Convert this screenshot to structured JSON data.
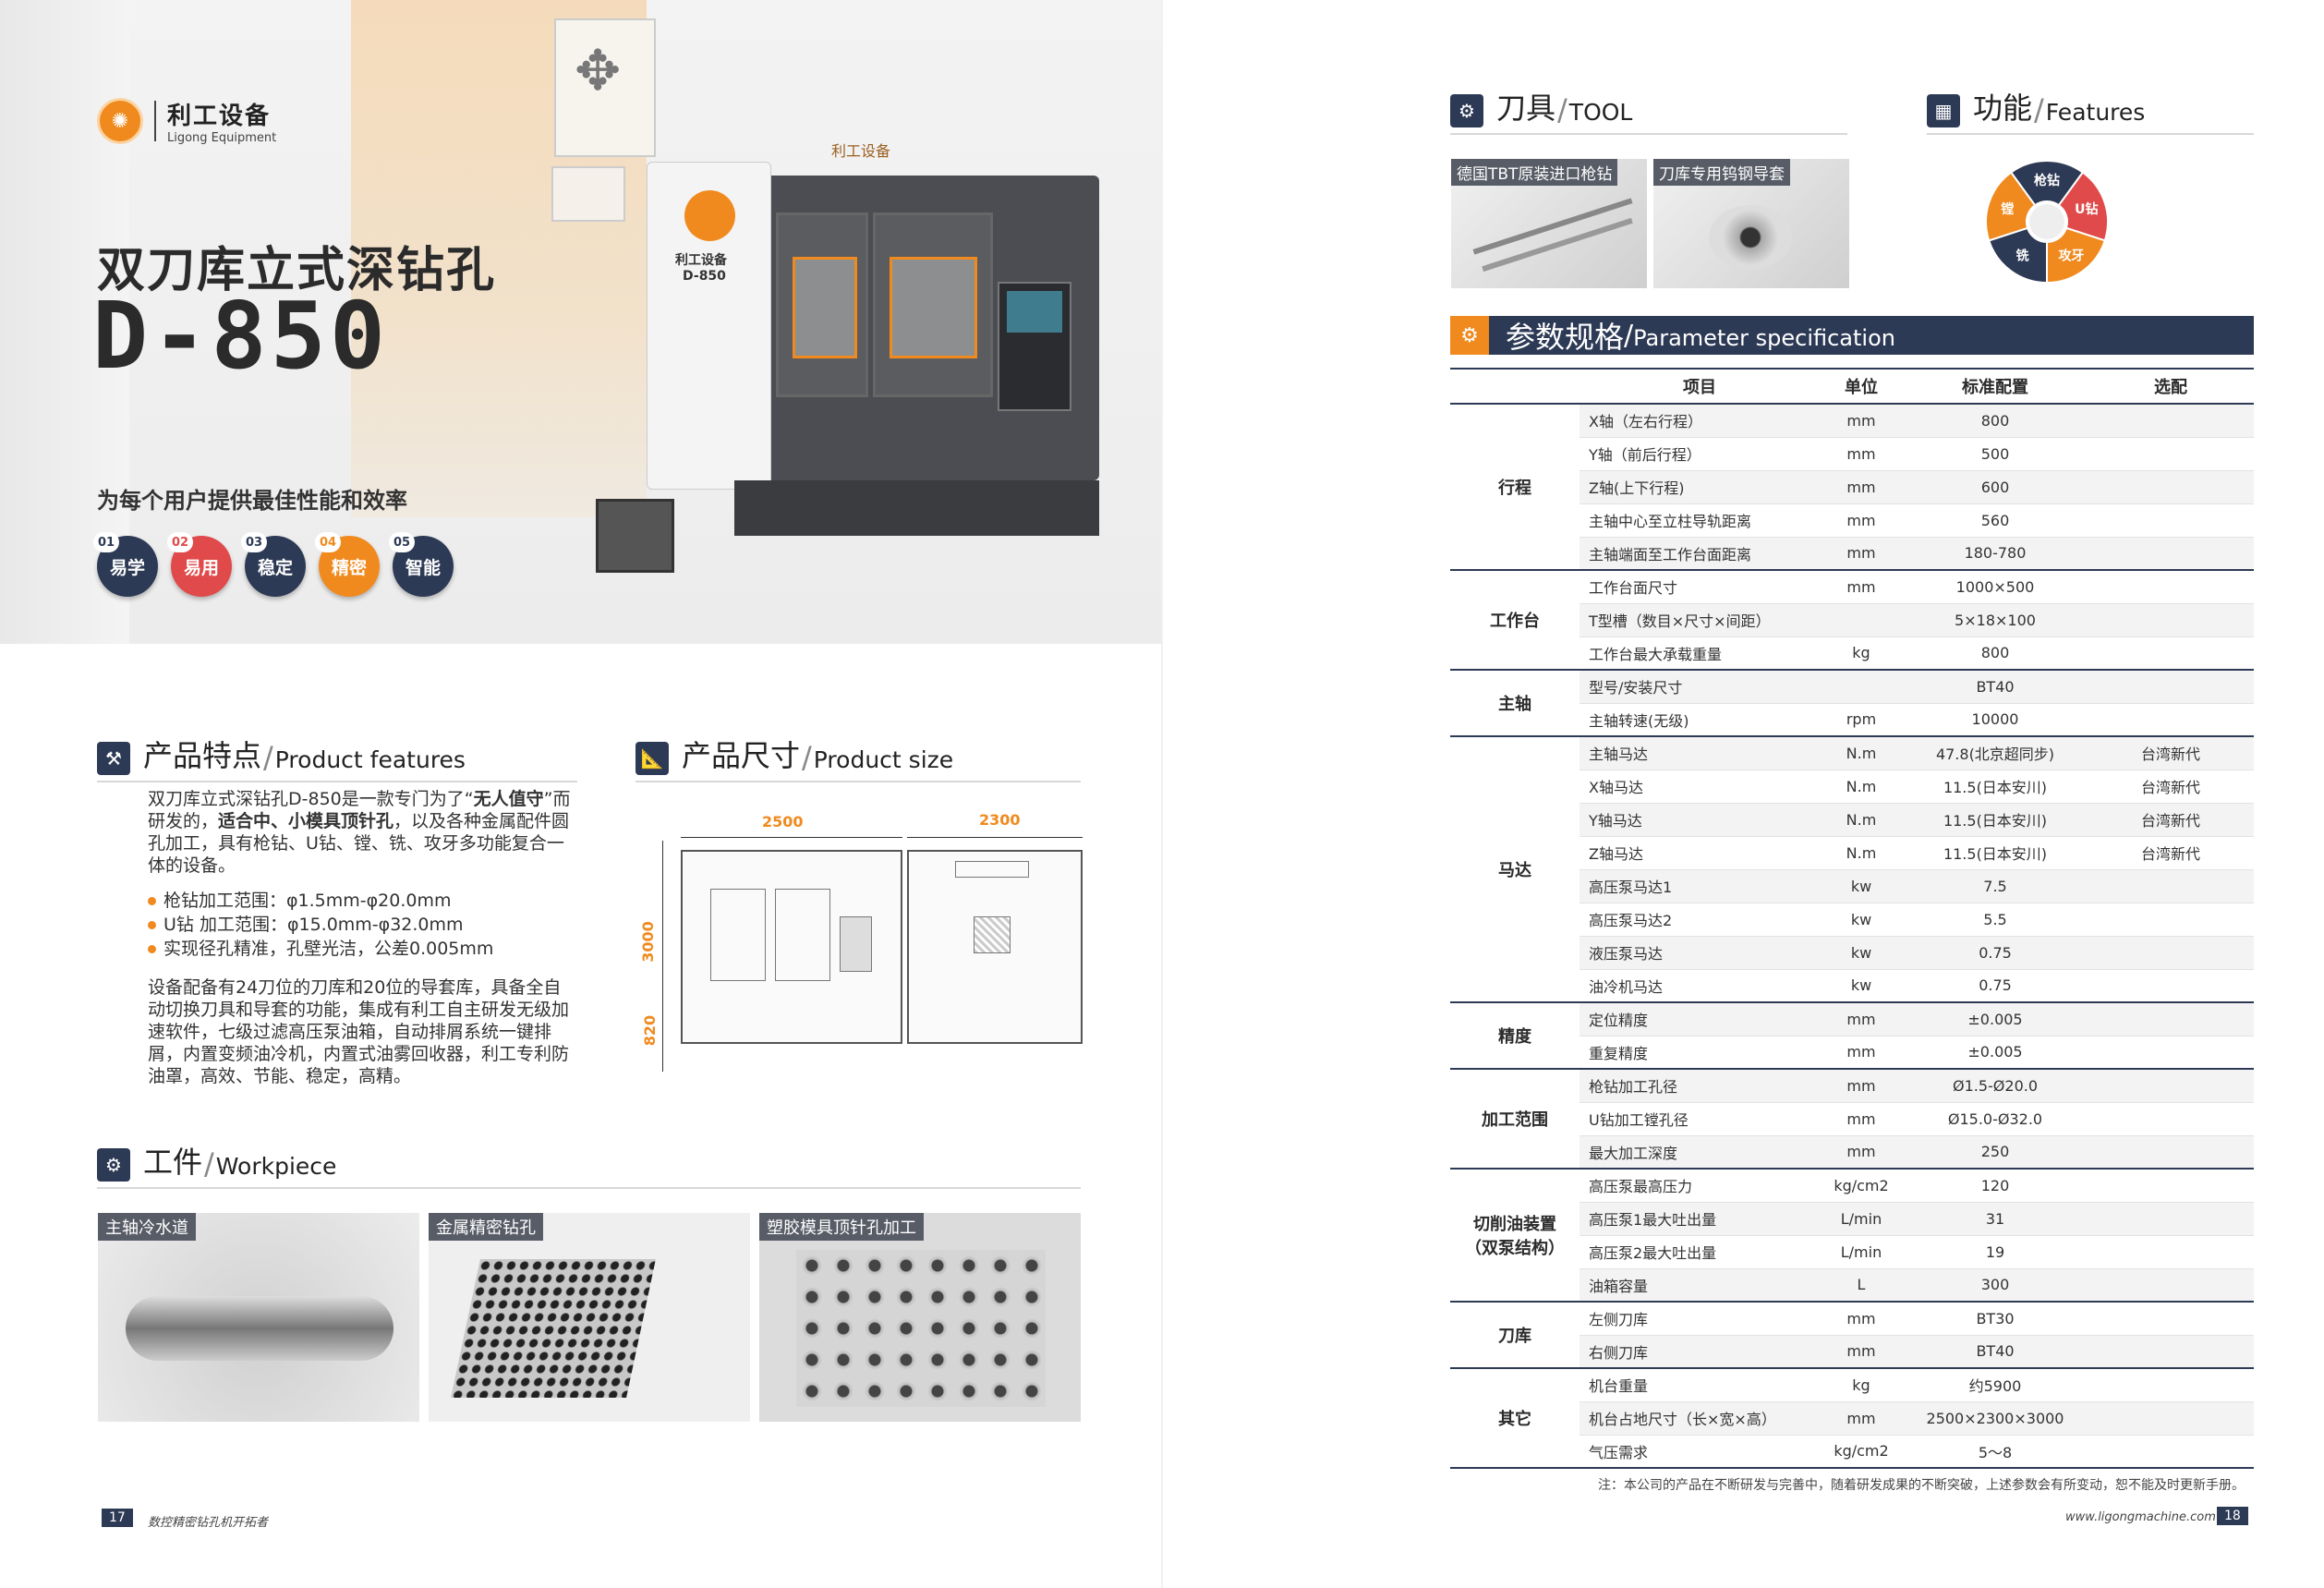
{
  "left": {
    "logo": {
      "cn": "利工设备",
      "en": "Ligong Equipment"
    },
    "hero_sign_label": "利工设备",
    "machine_label": "利工设备",
    "machine_model": "D-850",
    "title": "双刀库立式深钻孔",
    "model": "D-850",
    "slogan": "为每个用户提供最佳性能和效率",
    "badges": [
      {
        "num": "01",
        "label": "易学",
        "color": "#2d3a55"
      },
      {
        "num": "02",
        "label": "易用",
        "color": "#e04a4a"
      },
      {
        "num": "03",
        "label": "稳定",
        "color": "#2d3a55"
      },
      {
        "num": "04",
        "label": "精密",
        "color": "#f08a1e"
      },
      {
        "num": "05",
        "label": "智能",
        "color": "#2d3a55"
      }
    ],
    "features_heading": {
      "cn": "产品特点",
      "en": "Product features"
    },
    "features_intro_1": "双刀库立式深钻孔D-850是一款专门为了“",
    "features_intro_bold1": "无人值守",
    "features_intro_2": "”而研发的，",
    "features_intro_bold2": "适合中、小模具顶针孔",
    "features_intro_3": "，以及各种金属配件圆孔加工，具有枪钻、U钻、镗、铣、攻牙多功能复合一体的设备。",
    "bullets": [
      "枪钻加工范围：φ1.5mm-φ20.0mm",
      "U钻 加工范围：φ15.0mm-φ32.0mm",
      "实现径孔精准，孔壁光洁，公差0.005mm"
    ],
    "features_para2": "设备配备有24刀位的刀库和20位的导套库，具备全自动切换刀具和导套的功能，集成有利工自主研发无级加速软件，七级过滤高压泵油箱，自动排屑系统一键排屑，内置变频油冷机，内置式油雾回收器，利工专利防油罩，高效、节能、稳定，高精。",
    "size_heading": {
      "cn": "产品尺寸",
      "en": "Product size"
    },
    "dims": {
      "front_width": "2500",
      "side_width": "2300",
      "height": "3000",
      "base": "820"
    },
    "workpiece_heading": {
      "cn": "工件",
      "en": "Workpiece"
    },
    "workpieces": [
      "主轴冷水道",
      "金属精密钻孔",
      "塑胶模具顶针孔加工"
    ],
    "page_number": "17",
    "footer": "数控精密钻孔机开拓者"
  },
  "right": {
    "tool_heading": {
      "cn": "刀具",
      "en": "TOOL"
    },
    "tools": [
      "德国TBT原装进口枪钻",
      "刀库专用钨钢导套"
    ],
    "func_heading": {
      "cn": "功能",
      "en": "Features"
    },
    "pie": [
      {
        "label": "枪钻",
        "color": "#2d3a55"
      },
      {
        "label": "U钻",
        "color": "#e04a4a"
      },
      {
        "label": "攻牙",
        "color": "#f08a1e"
      },
      {
        "label": "铣",
        "color": "#2d3a55"
      },
      {
        "label": "镗",
        "color": "#f08a1e"
      }
    ],
    "spec_heading": {
      "cn": "参数规格",
      "en": "Parameter specification"
    },
    "columns": [
      "项目",
      "单位",
      "标准配置",
      "选配"
    ],
    "groups": [
      {
        "name": "行程",
        "rows": [
          [
            "X轴（左右行程）",
            "mm",
            "800",
            ""
          ],
          [
            "Y轴（前后行程）",
            "mm",
            "500",
            ""
          ],
          [
            "Z轴(上下行程)",
            "mm",
            "600",
            ""
          ],
          [
            "主轴中心至立柱导轨距离",
            "mm",
            "560",
            ""
          ],
          [
            "主轴端面至工作台面距离",
            "mm",
            "180-780",
            ""
          ]
        ]
      },
      {
        "name": "工作台",
        "rows": [
          [
            "工作台面尺寸",
            "mm",
            "1000×500",
            ""
          ],
          [
            "T型槽（数目×尺寸×间距）",
            "",
            "5×18×100",
            ""
          ],
          [
            "工作台最大承载重量",
            "kg",
            "800",
            ""
          ]
        ]
      },
      {
        "name": "主轴",
        "rows": [
          [
            "型号/安装尺寸",
            "",
            "BT40",
            ""
          ],
          [
            "主轴转速(无级)",
            "rpm",
            "10000",
            ""
          ]
        ]
      },
      {
        "name": "马达",
        "rows": [
          [
            "主轴马达",
            "N.m",
            "47.8(北京超同步)",
            "台湾新代"
          ],
          [
            "X轴马达",
            "N.m",
            "11.5(日本安川)",
            "台湾新代"
          ],
          [
            "Y轴马达",
            "N.m",
            "11.5(日本安川)",
            "台湾新代"
          ],
          [
            "Z轴马达",
            "N.m",
            "11.5(日本安川)",
            "台湾新代"
          ],
          [
            "高压泵马达1",
            "kw",
            "7.5",
            ""
          ],
          [
            "高压泵马达2",
            "kw",
            "5.5",
            ""
          ],
          [
            "液压泵马达",
            "kw",
            "0.75",
            ""
          ],
          [
            "油冷机马达",
            "kw",
            "0.75",
            ""
          ]
        ]
      },
      {
        "name": "精度",
        "rows": [
          [
            "定位精度",
            "mm",
            "±0.005",
            ""
          ],
          [
            "重复精度",
            "mm",
            "±0.005",
            ""
          ]
        ]
      },
      {
        "name": "加工范围",
        "rows": [
          [
            "枪钻加工孔径",
            "mm",
            "Ø1.5-Ø20.0",
            ""
          ],
          [
            "U钻加工镗孔径",
            "mm",
            "Ø15.0-Ø32.0",
            ""
          ],
          [
            "最大加工深度",
            "mm",
            "250",
            ""
          ]
        ]
      },
      {
        "name": "切削油装置\n（双泵结构）",
        "rows": [
          [
            "高压泵最高压力",
            "kg/cm2",
            "120",
            ""
          ],
          [
            "高压泵1最大吐出量",
            "L/min",
            "31",
            ""
          ],
          [
            "高压泵2最大吐出量",
            "L/min",
            "19",
            ""
          ],
          [
            "油箱容量",
            "L",
            "300",
            ""
          ]
        ]
      },
      {
        "name": "刀库",
        "rows": [
          [
            "左侧刀库",
            "mm",
            "BT30",
            ""
          ],
          [
            "右侧刀库",
            "mm",
            "BT40",
            ""
          ]
        ]
      },
      {
        "name": "其它",
        "rows": [
          [
            "机台重量",
            "kg",
            "约5900",
            ""
          ],
          [
            "机台占地尺寸（长×宽×高）",
            "mm",
            "2500×2300×3000",
            ""
          ],
          [
            "气压需求",
            "kg/cm2",
            "5～8",
            ""
          ]
        ]
      }
    ],
    "note": "注：本公司的产品在不断研发与完善中，随着研发成果的不断突破，上述参数会有所变动，恕不能及时更新手册。",
    "website": "www.ligongmachine.com",
    "page_number": "18"
  }
}
